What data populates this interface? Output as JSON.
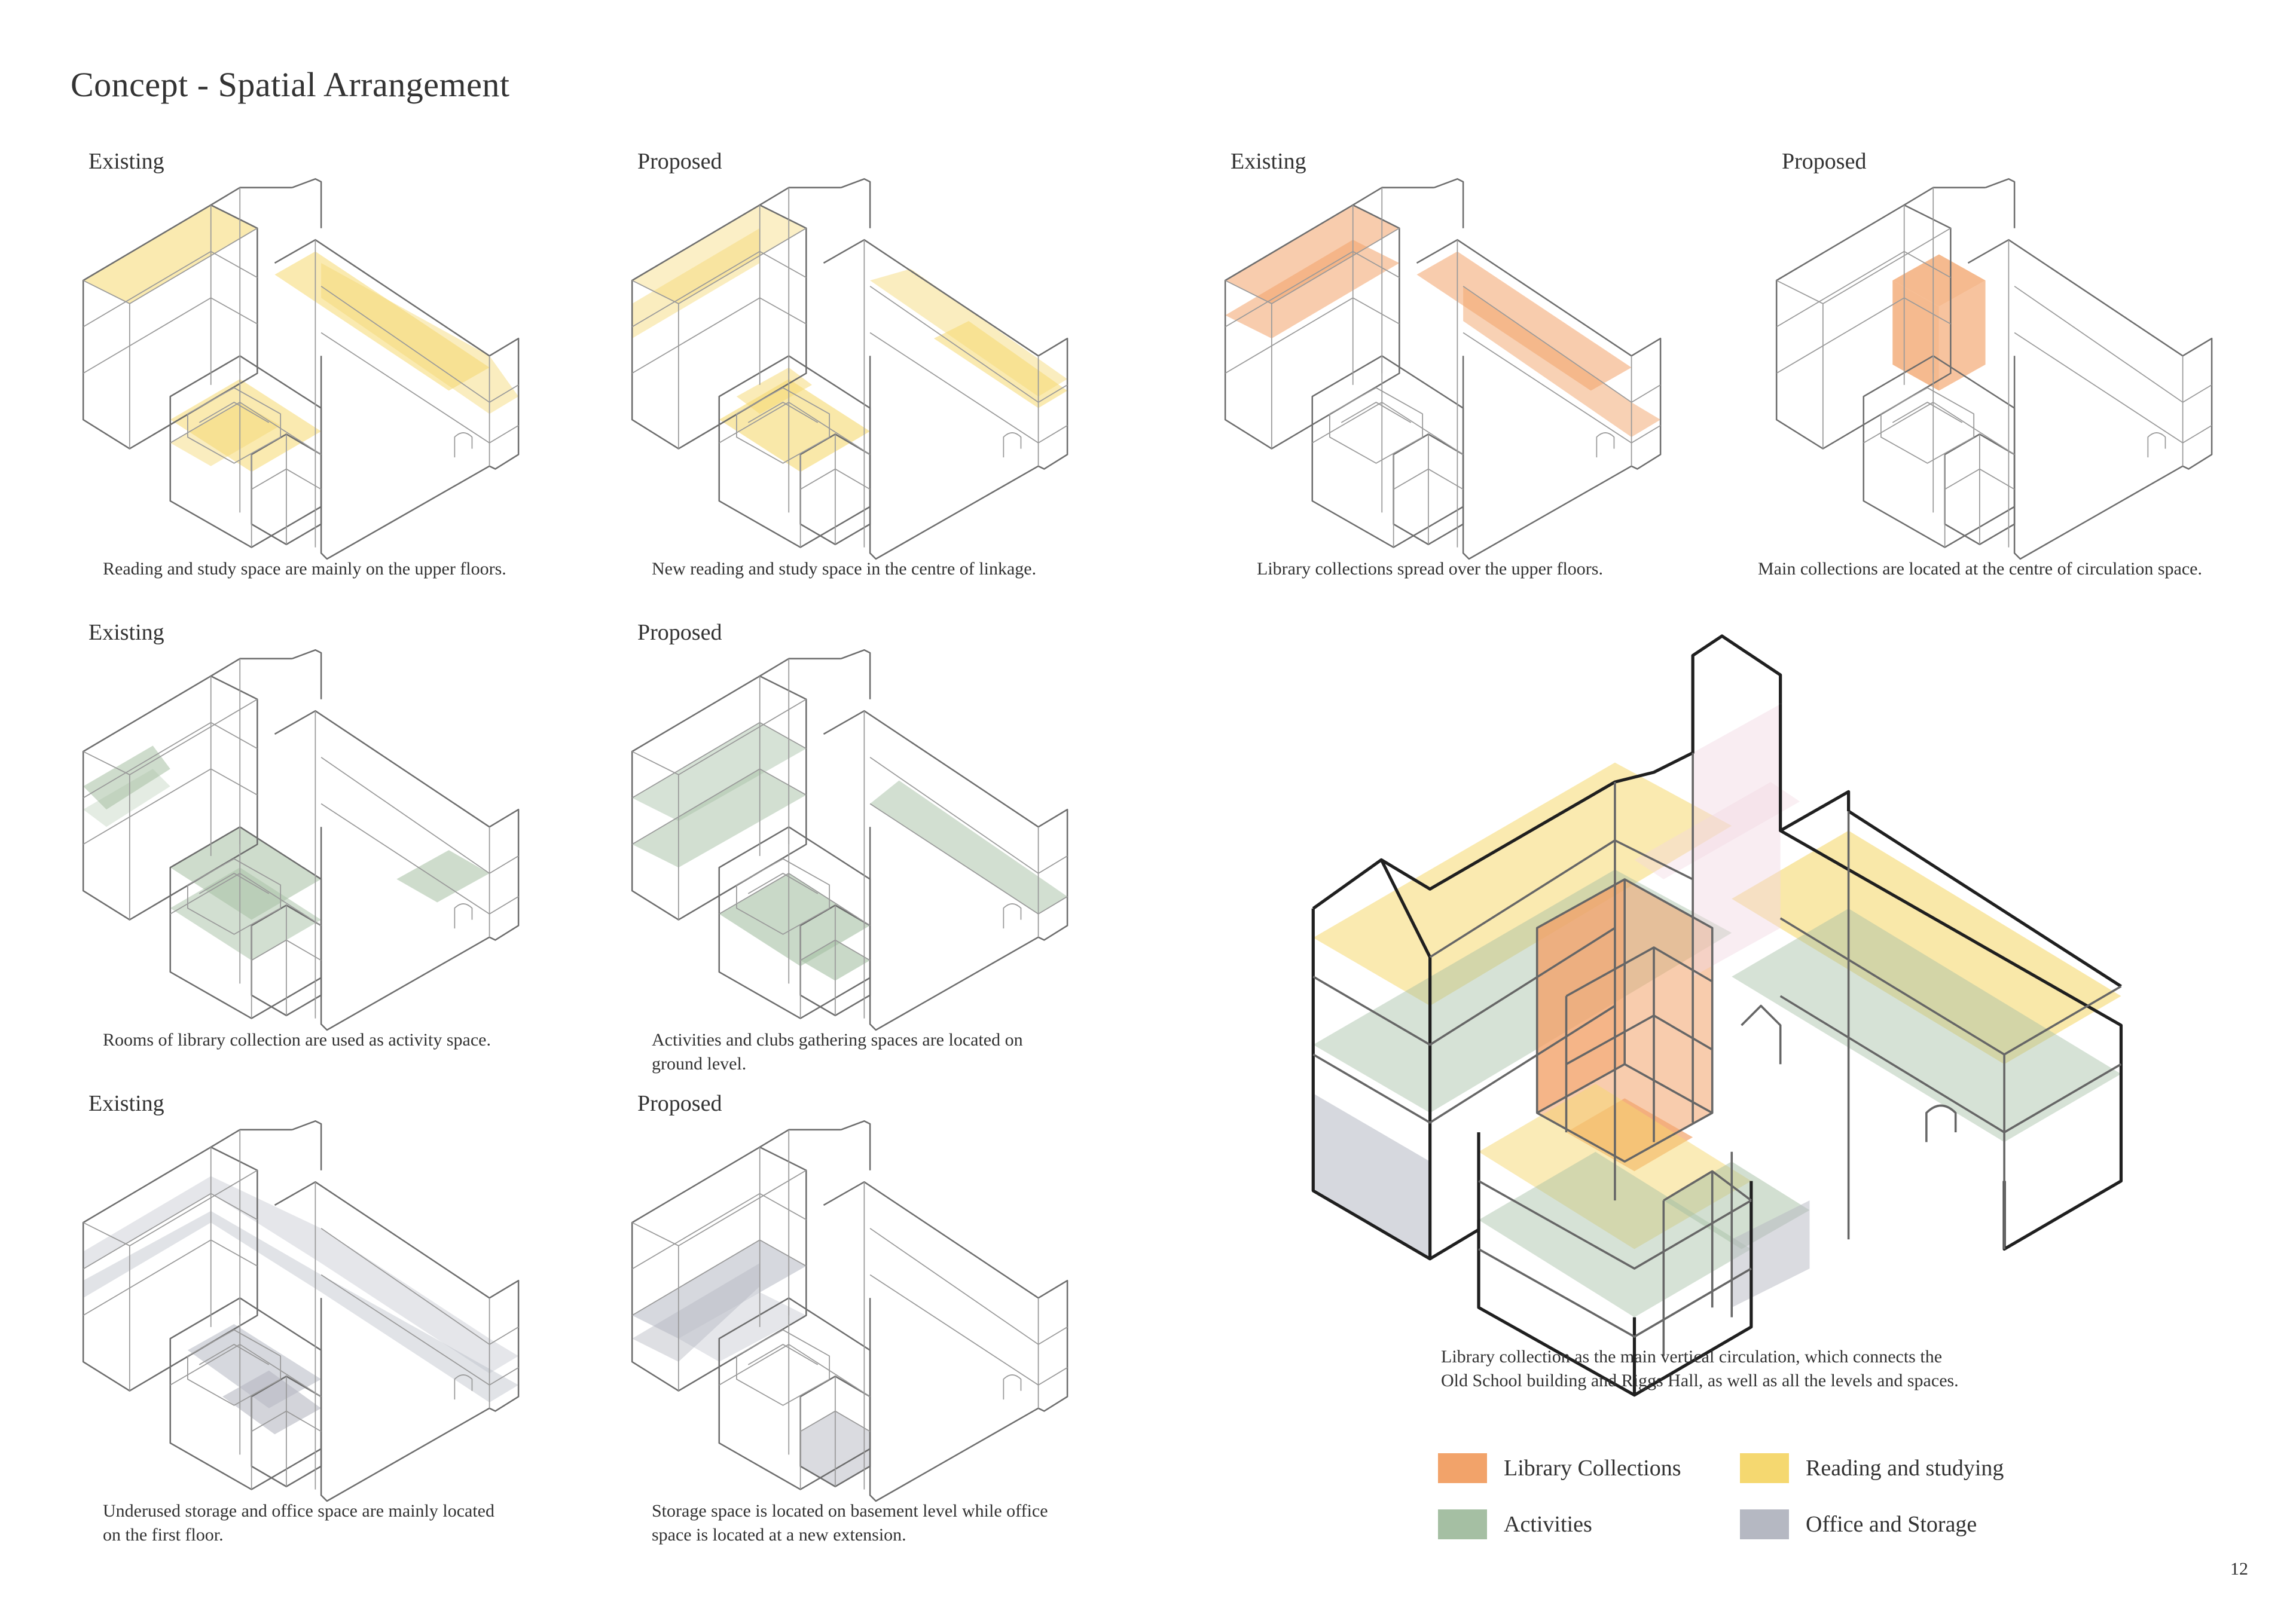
{
  "title": "Concept - Spatial Arrangement",
  "page_number": "12",
  "colors": {
    "library": "#f2a36a",
    "reading": "#f5d870",
    "activities": "#a5bfa3",
    "office": "#b5b8c2"
  },
  "panels": [
    {
      "subtitle": "Existing",
      "caption": [
        "Reading and study space are mainly on the upper floors."
      ],
      "color": "reading"
    },
    {
      "subtitle": "Proposed",
      "caption": [
        "New reading and study space in the centre of linkage."
      ],
      "color": "reading"
    },
    {
      "subtitle": "Existing",
      "caption": [
        "Library collections spread over the upper floors."
      ],
      "color": "library"
    },
    {
      "subtitle": "Proposed",
      "caption": [
        "Main collections are located at the centre of circulation space."
      ],
      "color": "library"
    },
    {
      "subtitle": "Existing",
      "caption": [
        "Rooms of library collection are used as activity space."
      ],
      "color": "activities"
    },
    {
      "subtitle": "Proposed",
      "caption": [
        "Activities and clubs gathering spaces are located on",
        "ground level."
      ],
      "color": "activities"
    },
    {
      "subtitle": "Existing",
      "caption": [
        "Underused storage and office space are mainly located",
        "on the first floor."
      ],
      "color": "office"
    },
    {
      "subtitle": "Proposed",
      "caption": [
        "Storage space is located on basement level while office",
        "space is located at a new extension."
      ],
      "color": "office"
    }
  ],
  "combined": {
    "caption": [
      "Library collection as the main vertical circulation, which connects the",
      "Old School building and Riggs Hall, as well as all the levels and spaces."
    ]
  },
  "legend": [
    {
      "label": "Library Collections",
      "color": "library"
    },
    {
      "label": "Reading and studying",
      "color": "reading"
    },
    {
      "label": "Activities",
      "color": "activities"
    },
    {
      "label": "Office and Storage",
      "color": "office"
    }
  ]
}
